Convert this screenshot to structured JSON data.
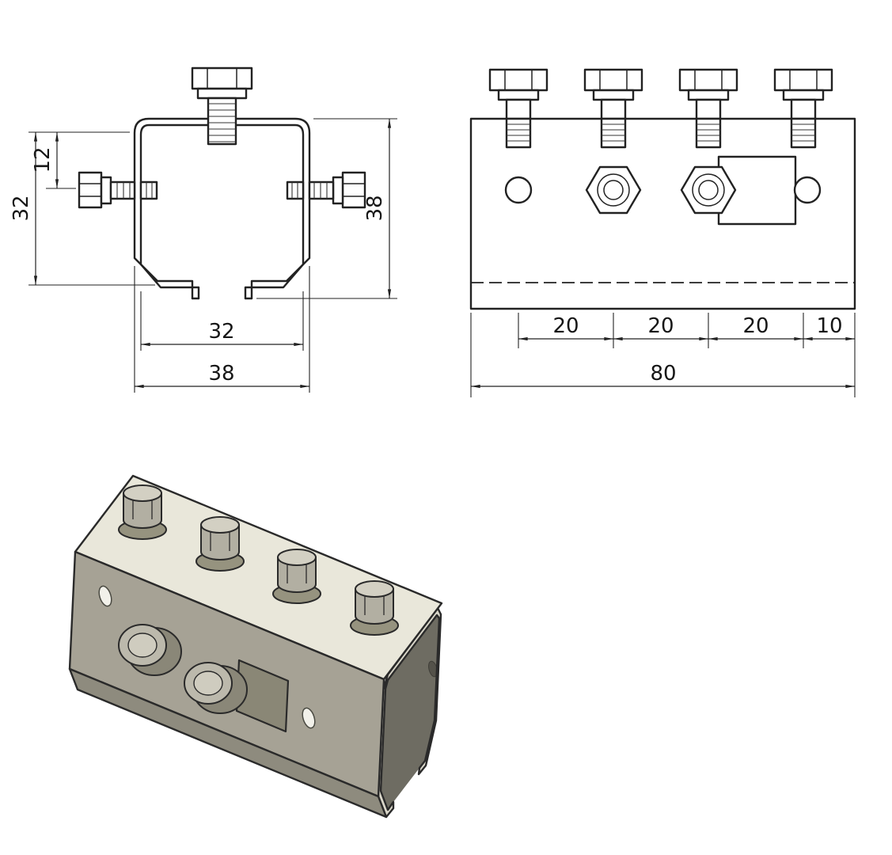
{
  "palette": {
    "line": "#222222",
    "paper": "#ffffff",
    "metal_light": "#e9e7da",
    "metal_mid": "#a6a295",
    "metal_shadow": "#8e8b7e",
    "interior_dark": "#6e6c62"
  },
  "front_view": {
    "dims": {
      "bolt_offset": "12",
      "side_height": "32",
      "overall_height": "38",
      "inner_width": "32",
      "overall_width": "38"
    }
  },
  "side_view": {
    "dims": {
      "pitch_a": "20",
      "pitch_b": "20",
      "pitch_c": "20",
      "end_offset": "10",
      "overall_length": "80"
    }
  }
}
